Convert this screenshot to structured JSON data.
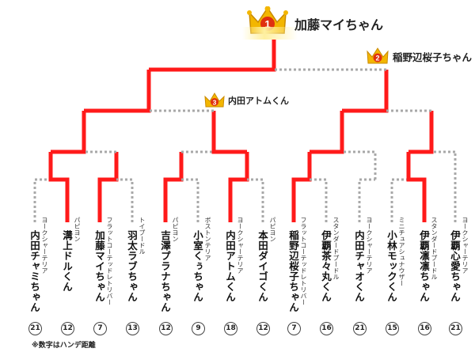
{
  "winners": {
    "first": {
      "rank": "1",
      "name": "加藤マイちゃん"
    },
    "second": {
      "rank": "2",
      "name": "稲野辺桜子ちゃん"
    },
    "third": {
      "rank": "3",
      "name": "内田アトムくん"
    }
  },
  "competitors": [
    {
      "name": "内田チャミちゃん",
      "breed": "ヨークシャーテリア",
      "handicap": "21"
    },
    {
      "name": "溝上ドルくん",
      "breed": "パピヨン",
      "handicap": "12"
    },
    {
      "name": "加藤マイちゃん",
      "breed": "フラットコーテッドレトリバー",
      "handicap": "7"
    },
    {
      "name": "羽太ラブちゃん",
      "breed": "トイプードル",
      "handicap": "13"
    },
    {
      "name": "吉澤プラナちゃん",
      "breed": "パピヨン",
      "handicap": "12"
    },
    {
      "name": "小室くぅちゃん",
      "breed": "ボストンテリア",
      "handicap": "9"
    },
    {
      "name": "内田アトムくん",
      "breed": "ヨークシャーテリア",
      "handicap": "18"
    },
    {
      "name": "本田ダイゴくん",
      "breed": "パピヨン",
      "handicap": "12"
    },
    {
      "name": "稲野辺桜子ちゃん",
      "breed": "フラットコーテッドレトリバー",
      "handicap": "7"
    },
    {
      "name": "伊覇茶々丸くん",
      "breed": "スタンダードプードル",
      "handicap": "16"
    },
    {
      "name": "内田チャオくん",
      "breed": "ヨークシャーテリア",
      "handicap": "21"
    },
    {
      "name": "小林モックくん",
      "breed": "ミニチュアシュナウザー",
      "handicap": "15"
    },
    {
      "name": "伊覇凛凛ちゃん",
      "breed": "スタンダードプードル",
      "handicap": "16"
    },
    {
      "name": "伊覇心愛ちゃん",
      "breed": "ヨークシャーテリア",
      "handicap": "21"
    }
  ],
  "note": "※数字はハンデ距離",
  "colors": {
    "win": "#ff1a1a",
    "lose": "#a8a8a8",
    "gold": "#f0a800"
  }
}
